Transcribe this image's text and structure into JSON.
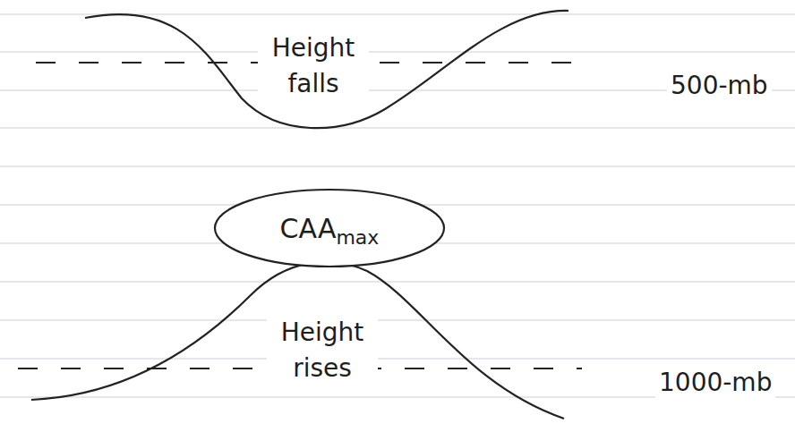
{
  "diagram": {
    "nodes": [
      {
        "text": [
          "CAA",
          "max"
        ]
      }
    ],
    "labels": [
      "Height falls",
      "500-mb",
      "Height rises",
      "1000-mb"
    ]
  }
}
